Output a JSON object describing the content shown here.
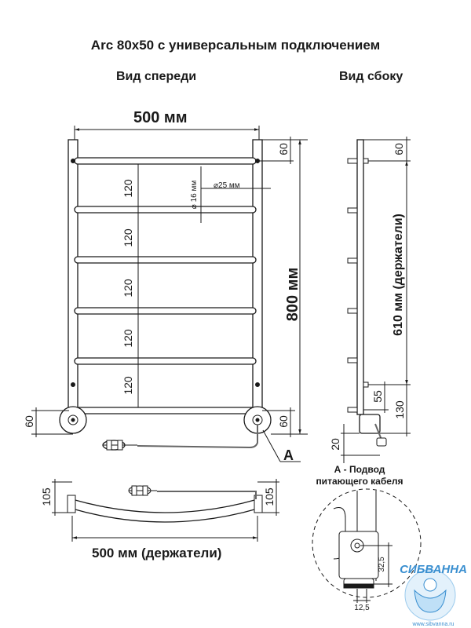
{
  "title": "Arc 80х50 с универсальным подключением",
  "views": {
    "front": "Вид спереди",
    "side": "Вид сбоку"
  },
  "dimensions": {
    "width_top": "500 мм",
    "height": "800 мм",
    "holders_height": "610 мм (держатели)",
    "width_bottom": "500 мм (держатели)",
    "top_offset": "60",
    "bottom_offset": "60",
    "rung_spacing": [
      "120",
      "120",
      "120",
      "120",
      "120"
    ],
    "rung_diameter": "16 мм",
    "pipe_diameter": "25 мм",
    "depth": "105",
    "side_55": "55",
    "side_130": "130",
    "side_20": "20",
    "detail_32_5": "32,5",
    "detail_12_5": "12,5"
  },
  "callout": {
    "label": "A",
    "note_line1": "А - Подвод",
    "note_line2": "питающего кабеля"
  },
  "logo": {
    "text": "СИБВАННА",
    "site": "www.sibvanna.ru"
  },
  "colors": {
    "line": "#1a1a1a",
    "cable": "#666666",
    "logo": "#3a8fd0"
  }
}
